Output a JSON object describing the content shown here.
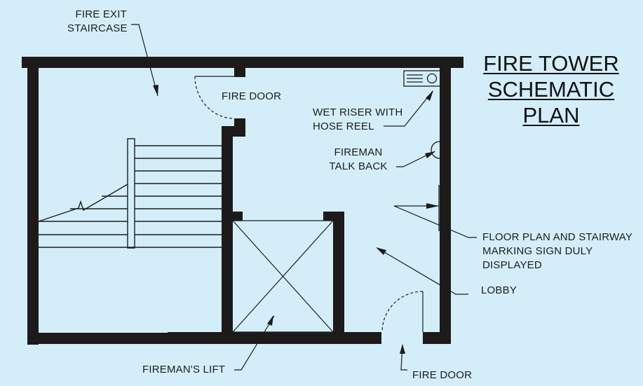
{
  "title": {
    "line1": "FIRE TOWER",
    "line2": "SCHEMATIC",
    "line3": "PLAN"
  },
  "labels": {
    "fire_exit_staircase": {
      "line1": "FIRE EXIT",
      "line2": "STAIRCASE"
    },
    "fire_door_top": "FIRE DOOR",
    "wet_riser": {
      "line1": "WET RISER WITH",
      "line2": "HOSE REEL"
    },
    "fireman_talk_back": {
      "line1": "FIREMAN",
      "line2": "TALK BACK"
    },
    "floor_plan_sign": {
      "line1": "FLOOR PLAN AND STAIRWAY",
      "line2": "MARKING SIGN DULY",
      "line3": "DISPLAYED"
    },
    "lobby": "LOBBY",
    "firemans_lift": "FIREMAN'S LIFT",
    "fire_door_bottom": "FIRE DOOR"
  },
  "colors": {
    "background": "#d3eef9",
    "wall": "#1e1a1a",
    "line": "#1c1c1c"
  }
}
